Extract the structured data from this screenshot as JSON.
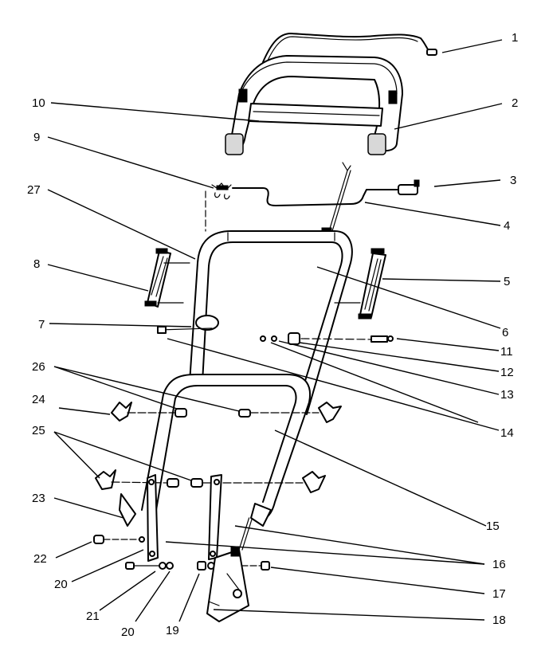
{
  "diagram": {
    "callouts": [
      {
        "id": "c1",
        "label": "1"
      },
      {
        "id": "c2",
        "label": "2"
      },
      {
        "id": "c3",
        "label": "3"
      },
      {
        "id": "c4",
        "label": "4"
      },
      {
        "id": "c5",
        "label": "5"
      },
      {
        "id": "c6",
        "label": "6"
      },
      {
        "id": "c7",
        "label": "7"
      },
      {
        "id": "c8",
        "label": "8"
      },
      {
        "id": "c9",
        "label": "9"
      },
      {
        "id": "c10",
        "label": "10"
      },
      {
        "id": "c11",
        "label": "11"
      },
      {
        "id": "c12",
        "label": "12"
      },
      {
        "id": "c13",
        "label": "13"
      },
      {
        "id": "c14",
        "label": "14"
      },
      {
        "id": "c15",
        "label": "15"
      },
      {
        "id": "c16",
        "label": "16"
      },
      {
        "id": "c17",
        "label": "17"
      },
      {
        "id": "c18",
        "label": "18"
      },
      {
        "id": "c19",
        "label": "19"
      },
      {
        "id": "c20a",
        "label": "20"
      },
      {
        "id": "c20b",
        "label": "20"
      },
      {
        "id": "c21",
        "label": "21"
      },
      {
        "id": "c22",
        "label": "22"
      },
      {
        "id": "c23",
        "label": "23"
      },
      {
        "id": "c24",
        "label": "24"
      },
      {
        "id": "c25",
        "label": "25"
      },
      {
        "id": "c26",
        "label": "26"
      },
      {
        "id": "c27",
        "label": "27"
      }
    ]
  }
}
